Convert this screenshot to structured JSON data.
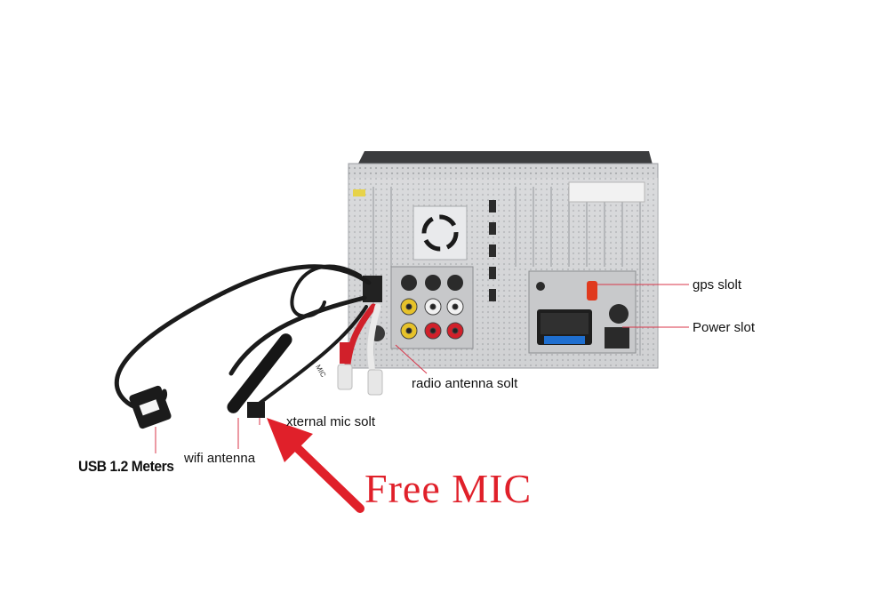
{
  "labels": {
    "gps": "gps slolt",
    "power": "Power slot",
    "radio": "radio antenna solt",
    "mic_slot": "xternal mic solt",
    "wifi": "wifi antenna",
    "usb": "USB 1.2 Meters",
    "free_mic": "Free MIC",
    "cable_tag": "MIC"
  },
  "colors": {
    "callout_line": "#d8364a",
    "arrow": "#e0202a",
    "chassis": "#d9dadc",
    "cable": "#1b1b1b",
    "rca_red": "#d1202a",
    "rca_white": "#f1f1f1",
    "rca_yellow": "#e6c22a",
    "gps_connector": "#e03a1e",
    "power_plug": "#1f6fd0"
  },
  "icons": [
    "arrow-icon"
  ]
}
